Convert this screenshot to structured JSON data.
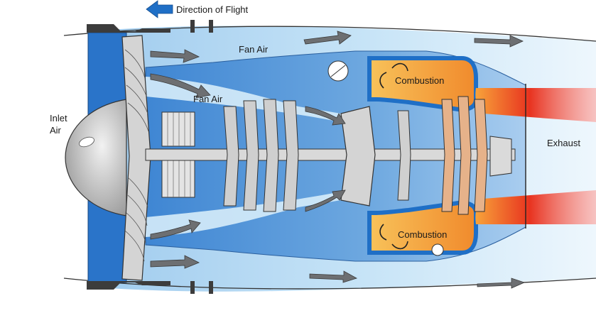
{
  "labels": {
    "direction": "Direction of Flight",
    "fan_air_top": "Fan Air",
    "fan_air_inner": "Fan Air",
    "inlet_line1": "Inlet",
    "inlet_line2": "Air",
    "combustion_top": "Combustion",
    "combustion_bottom": "Combustion",
    "exhaust": "Exhaust"
  },
  "colors": {
    "fan_duct": "#bfe0f6",
    "core_blue": "#5f9fdc",
    "deep_blue": "#1f6fc6",
    "inlet_blue": "#2a74c9",
    "arrow_gray": "#6d6f72",
    "combustion_orange": "#f2a13a",
    "exhaust_red": "#e8331f"
  },
  "icons": {
    "direction_arrow": "left-arrow-icon",
    "flow_arrow": "flow-arrow-icon"
  }
}
